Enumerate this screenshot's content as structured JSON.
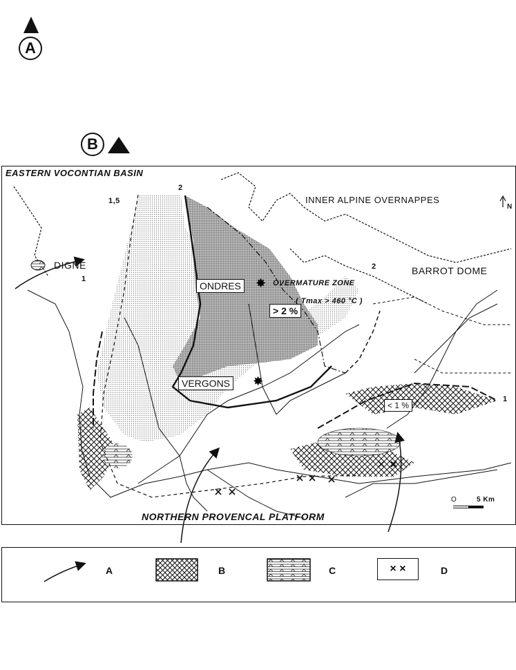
{
  "markers": {
    "a": "A",
    "b": "B"
  },
  "map": {
    "title_left": "EASTERN   VOCONTIAN   BASIN",
    "inner_alpine": "INNER ALPINE OVERNAPPES",
    "north": "N",
    "overmature": "OVERMATURE ZONE",
    "tmax": "( Tmax > 460 °C )",
    "ondres": "ONDRES",
    "vergons": "VERGONS",
    "digne": "DIGNE",
    "barrot": "BARROT DOME",
    "gt2": "> 2 %",
    "lt1": "< 1 %",
    "platform": "NORTHERN   PROVENCAL   PLATFORM",
    "scale_zero": "O",
    "scale_label": "5 Km",
    "iso_1_5": "1,5",
    "iso_2_top": "2",
    "iso_2_right": "2",
    "iso_1_left": "1",
    "iso_1_right": "1"
  },
  "legend": {
    "items": [
      {
        "key": "arrow",
        "label": "A"
      },
      {
        "key": "crosshatch",
        "label": "B"
      },
      {
        "key": "evaporite",
        "label": "C"
      },
      {
        "key": "crosses",
        "label": "D"
      }
    ],
    "crosses_symbol": "× ×"
  }
}
